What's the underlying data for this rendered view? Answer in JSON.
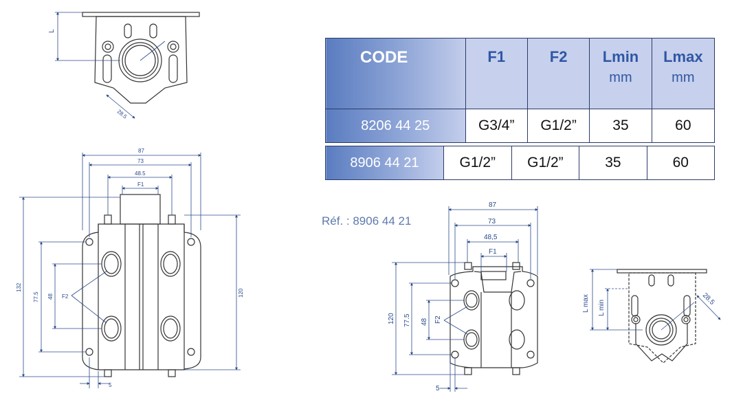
{
  "spec_table": {
    "headers": [
      {
        "main": "CODE",
        "unit": ""
      },
      {
        "main": "F1",
        "unit": ""
      },
      {
        "main": "F2",
        "unit": ""
      },
      {
        "main": "Lmin",
        "unit": "mm"
      },
      {
        "main": "Lmax",
        "unit": "mm"
      }
    ],
    "rows": [
      {
        "code": "8206 44 25",
        "f1": "G3/4”",
        "f2": "G1/2”",
        "lmin": "35",
        "lmax": "60"
      },
      {
        "code": "8906 44 21",
        "f1": "G1/2”",
        "f2": "G1/2”",
        "lmin": "35",
        "lmax": "60"
      }
    ]
  },
  "reference_label": "Réf. : 8906 44 21",
  "drawing_left": {
    "top_view": {
      "dim_L": "L",
      "dim_diag": "28.5"
    },
    "front_view": {
      "d87": "87",
      "d73": "73",
      "d48_5": "48.5",
      "f1": "F1",
      "f2": "F2",
      "d132": "132",
      "d77_5": "77.5",
      "d48": "48",
      "d120": "120",
      "d5": "5"
    }
  },
  "drawing_right": {
    "front_view": {
      "d87": "87",
      "d73": "73",
      "d48_5": "48,5",
      "f1": "F1",
      "f2": "F2",
      "d120": "120",
      "d77_5": "77.5",
      "d48": "48",
      "d5": "5"
    },
    "top_view": {
      "lmax": "L max",
      "lmin": "L min",
      "diag": "28.5"
    }
  }
}
